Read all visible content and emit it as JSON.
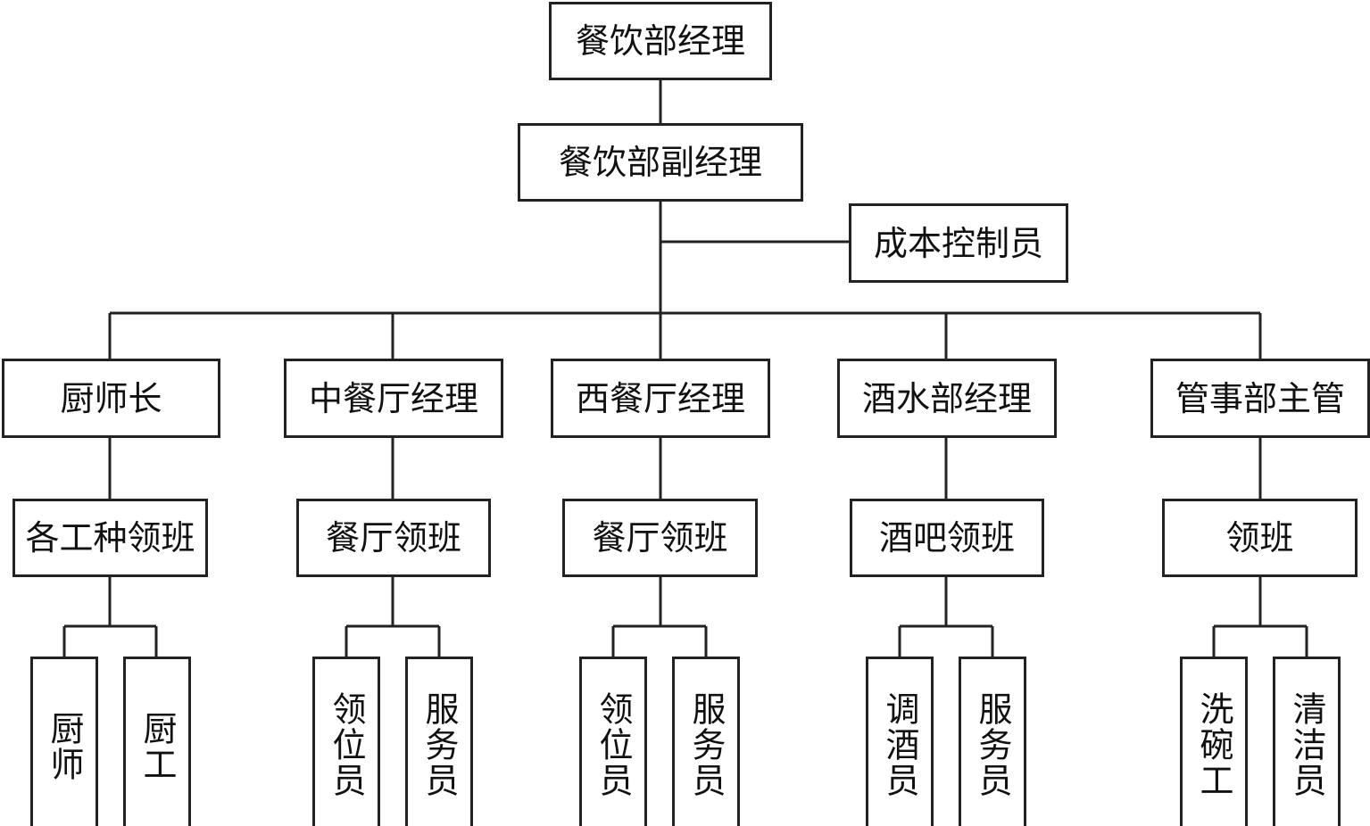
{
  "root": "餐饮部经理",
  "deputy": "餐饮部副经理",
  "staff": "成本控制员",
  "departments": [
    {
      "head": "厨师长",
      "lead": "各工种领班",
      "members": [
        "厨师",
        "厨工"
      ]
    },
    {
      "head": "中餐厅经理",
      "lead": "餐厅领班",
      "members": [
        "领位员",
        "服务员"
      ]
    },
    {
      "head": "西餐厅经理",
      "lead": "餐厅领班",
      "members": [
        "领位员",
        "服务员"
      ]
    },
    {
      "head": "酒水部经理",
      "lead": "酒吧领班",
      "members": [
        "调酒员",
        "服务员"
      ]
    },
    {
      "head": "管事部主管",
      "lead": "领班",
      "members": [
        "洗碗工",
        "清洁员"
      ]
    }
  ]
}
